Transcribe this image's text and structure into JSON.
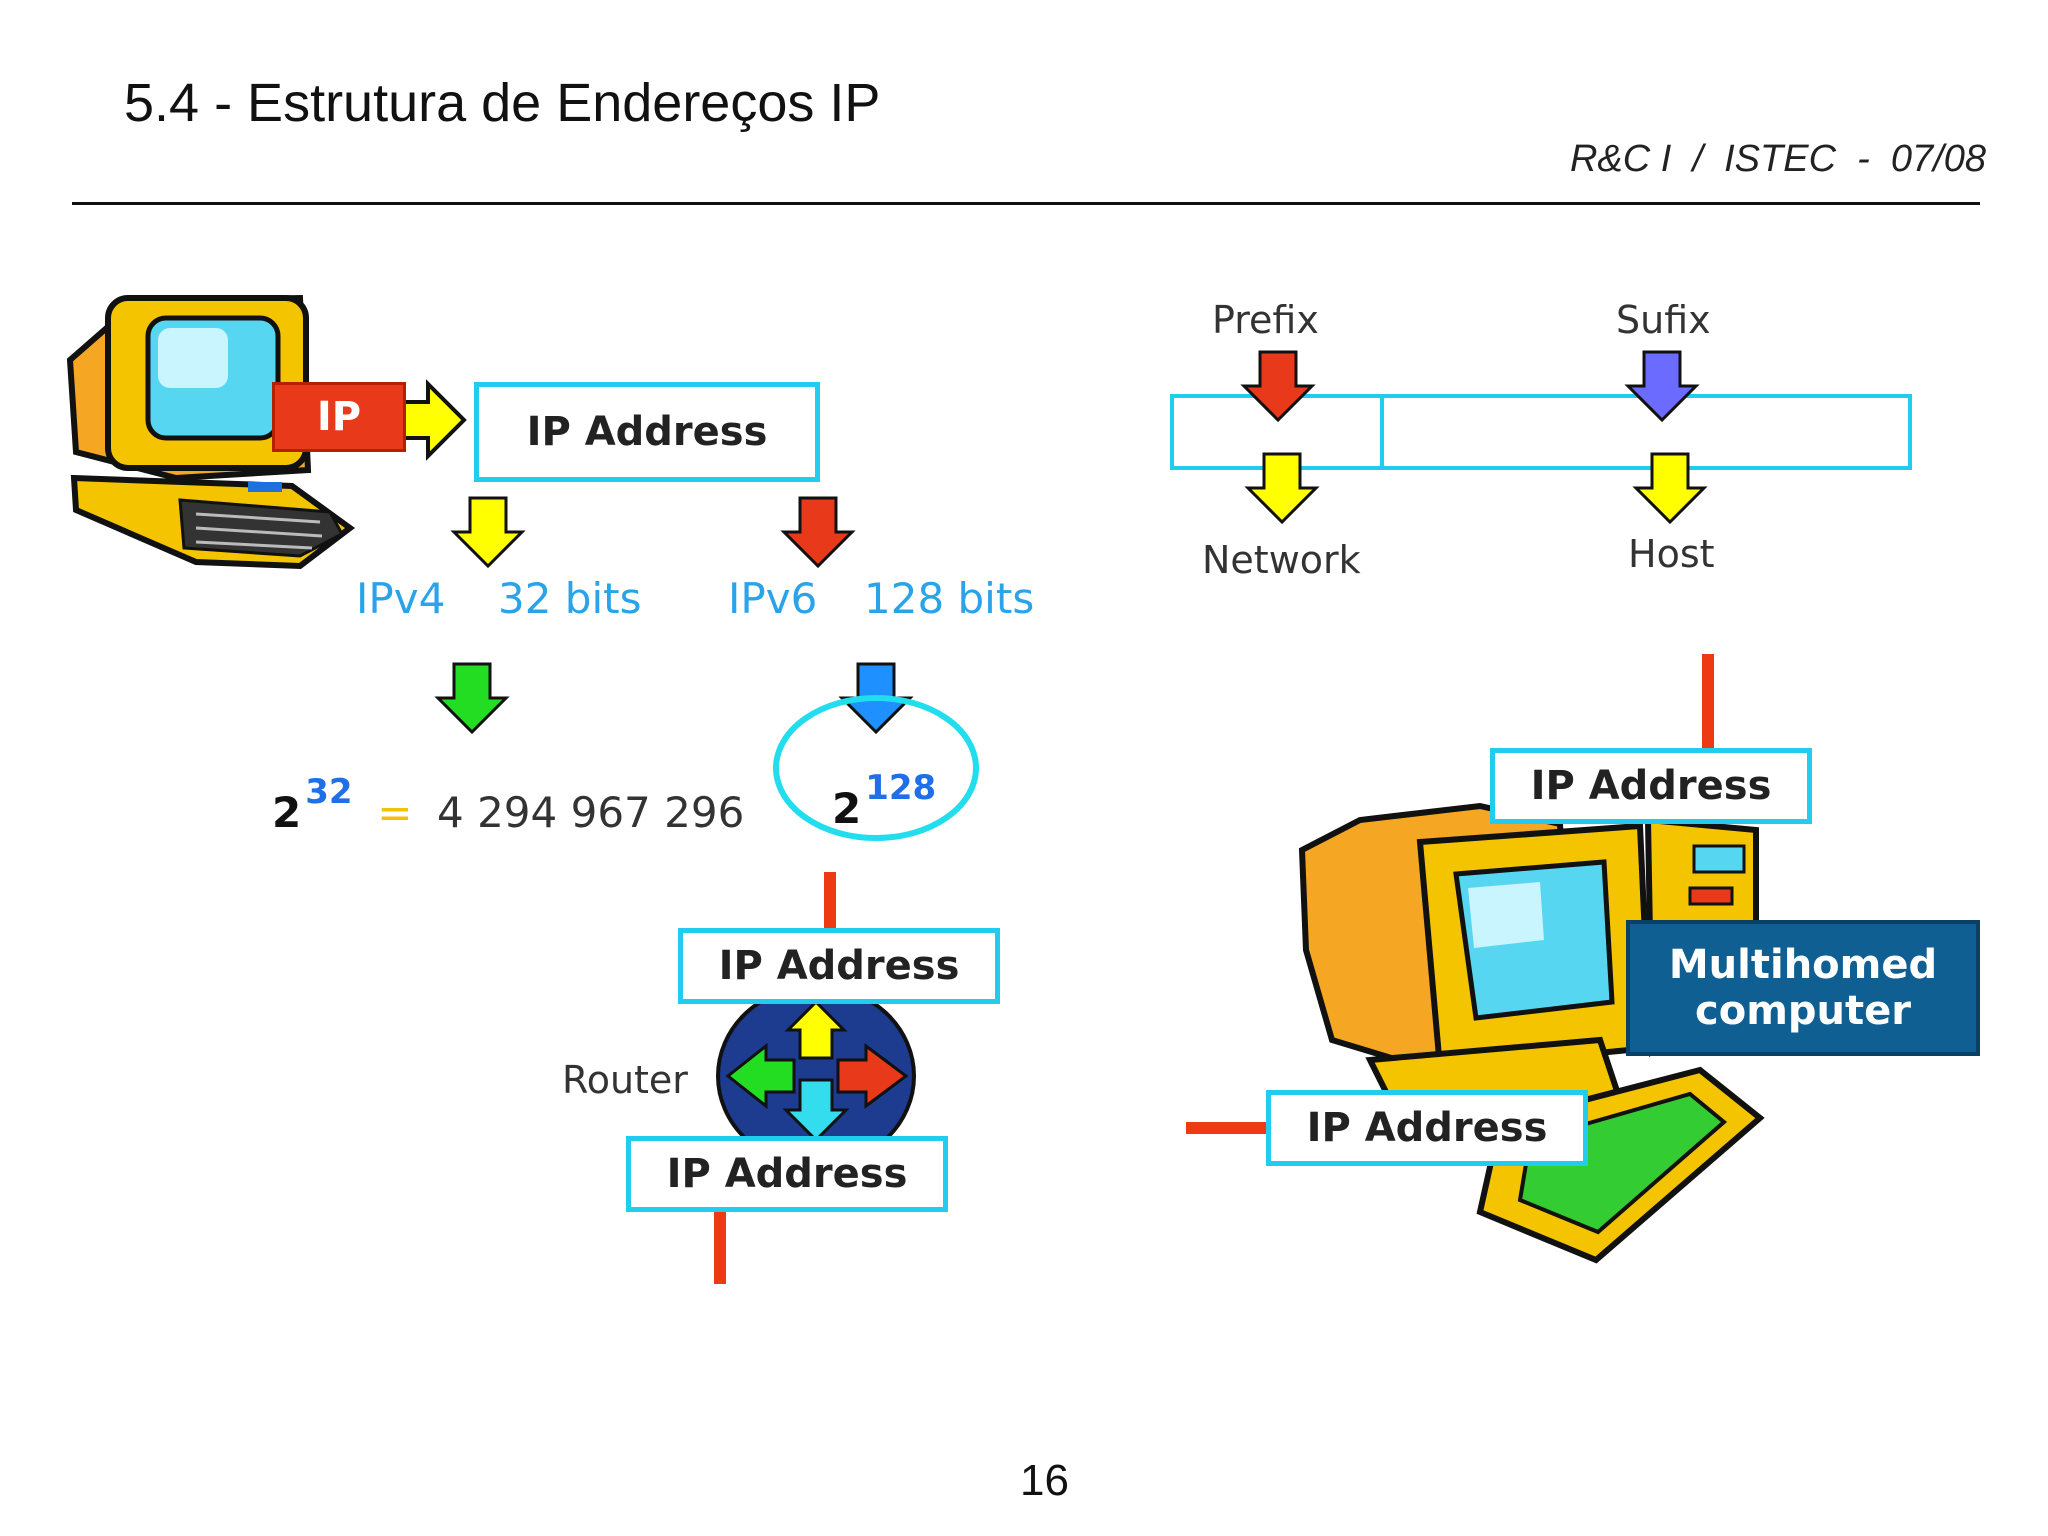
{
  "header": {
    "title": "5.4 - Estrutura de Endereços IP",
    "course": "R&C I  /  ISTEC  -  07/08"
  },
  "page_number": "16",
  "host_diagram": {
    "ip_tag": "IP",
    "ip_address": "IP Address",
    "ipv4_label": "IPv4",
    "ipv4_bits": "32 bits",
    "ipv6_label": "IPv6",
    "ipv6_bits": "128 bits",
    "ipv4_base": "2",
    "ipv4_exp": "32",
    "equals": "=",
    "ipv4_count": "4 294 967 296",
    "ipv6_base": "2",
    "ipv6_exp": "128"
  },
  "prefix_diagram": {
    "prefix": "Prefix",
    "sufix": "Sufix",
    "network": "Network",
    "host": "Host"
  },
  "router": {
    "label": "Router",
    "top_address": "IP Address",
    "bottom_address": "IP Address"
  },
  "multihomed": {
    "top_address": "IP Address",
    "left_address": "IP Address",
    "label_line1": "Multihomed",
    "label_line2": "computer"
  },
  "colors": {
    "cyan_border": "#22ccee",
    "label_blue": "#2aa3e8",
    "arrow_red": "#e8391a",
    "arrow_yellow": "#ffff00",
    "arrow_green": "#22dd22",
    "arrow_blue": "#1e90ff",
    "arrow_purple": "#6b6bff",
    "line_red": "#ee3a12",
    "computer_yellow": "#f5c400",
    "navy": "#0f5f92"
  },
  "icons": [
    "computer-icon",
    "router-icon",
    "multihomed-computer-icon",
    "arrow-down-icon",
    "arrow-right-icon"
  ]
}
